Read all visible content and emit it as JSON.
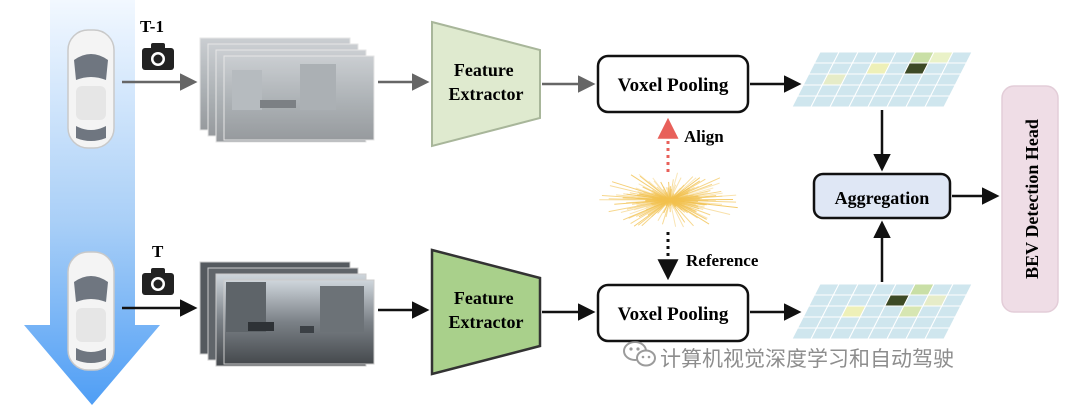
{
  "diagram": {
    "frames": {
      "prev_label": "T-1",
      "curr_label": "T"
    },
    "modules": {
      "feature_extractor_prev": "Feature\nExtractor",
      "feature_extractor_curr": "Feature\nExtractor",
      "voxel_pooling_prev": "Voxel Pooling",
      "voxel_pooling_curr": "Voxel Pooling",
      "aggregation": "Aggregation",
      "detection_head": "BEV Detection Head"
    },
    "annotations": {
      "align": "Align",
      "reference": "Reference"
    },
    "colors": {
      "time_arrow_top": "#eef6ff",
      "time_arrow_bottom": "#4f9ef5",
      "extractor_prev_fill": "#dfeacf",
      "extractor_curr_fill": "#a9d08b",
      "aggregation_fill": "#dfe7f5",
      "head_fill": "#efdde6",
      "bev_grid": "#cfe6ee",
      "point_cloud": "#f2c14e",
      "align_arrow": "#e8605a"
    },
    "icons": {
      "camera": "camera-icon",
      "car": "car-icon"
    }
  },
  "watermark": {
    "text": "计算机视觉深度学习和自动驾驶"
  }
}
